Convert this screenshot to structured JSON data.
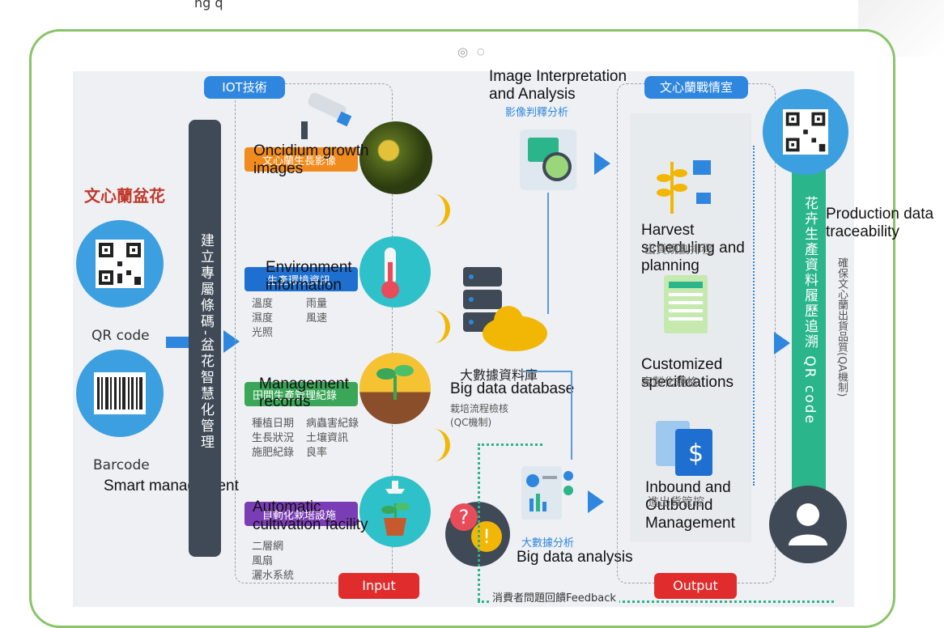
{
  "top_marks": "ng                  q",
  "camera": {
    "dot1": "◎",
    "dot2": "○"
  },
  "left": {
    "title": "文心蘭盆花",
    "qr_label": "QR code",
    "barcode_label": "Barcode",
    "smart_management": "Smart management"
  },
  "vertical_bar": "建立專屬條碼-盆花智慧化管理",
  "iot": {
    "pill": "IOT技術",
    "items": [
      {
        "en": "Oncidium growth images",
        "zh": "文心蘭生長影像",
        "color": "#f28b1e",
        "sub": []
      },
      {
        "en": "Environment information",
        "zh": "生產環境資訊",
        "color": "#1f6fd1",
        "sub": [
          "溫度",
          "雨量",
          "濕度",
          "風速",
          "光照"
        ]
      },
      {
        "en": "Management records",
        "zh": "田間生產管理紀錄",
        "color": "#3aa657",
        "sub": [
          "種植日期",
          "病蟲害紀錄",
          "生長狀況",
          "土壤資訊",
          "施肥紀錄",
          "良率"
        ]
      },
      {
        "en": "Automatic cultivation facility",
        "zh": "自動化栽培設施",
        "color": "#7b3db5",
        "sub": [
          "二層網",
          "風扇",
          "灑水系統"
        ]
      }
    ],
    "input_pill": "Input"
  },
  "center": {
    "image_title_en": "Image Interpretation and Analysis",
    "image_title_zh": "影像判釋分析",
    "db_zh": "大數據資料庫",
    "db_en": "Big data database",
    "db_sub": "栽培流程檢核(QC機制)",
    "analysis_zh": "大數據分析",
    "analysis_en": "Big data analysis",
    "feedback": "消費者問題回饋Feedback"
  },
  "war_room": {
    "pill": "文心蘭戰情室",
    "items": [
      {
        "en": "Harvest scheduling and planning",
        "zh": "出貨規劃排程"
      },
      {
        "en": "Customized specifications",
        "zh": "客製化規格"
      },
      {
        "en": "Inbound and Outbound Management",
        "zh": "進出貨管控"
      }
    ],
    "output_pill": "Output"
  },
  "right": {
    "bar_text": "花卉生產資料履歷追溯 QR code",
    "traceability_en": "Production data traceability",
    "side_text": "確保文心蘭出貨品質(QA機制)"
  },
  "colors": {
    "blue": "#2e86de",
    "green_bar": "#2bb58a",
    "frame": "#8ac46a",
    "dark_bar": "#3f4a56"
  }
}
